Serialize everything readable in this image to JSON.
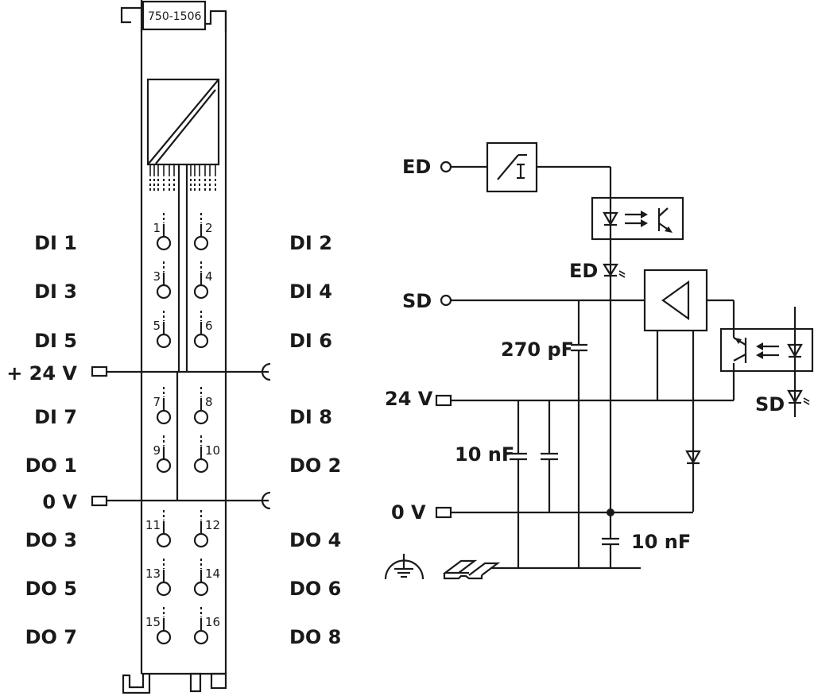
{
  "module": {
    "model_label": "750-1506"
  },
  "left_labels": [
    "DI 1",
    "DI 3",
    "DI 5",
    "+ 24 V",
    "DI 7",
    "DO 1",
    "0 V",
    "DO 3",
    "DO 5",
    "DO 7"
  ],
  "right_labels": [
    "DI 2",
    "DI 4",
    "DI 6",
    "DI 8",
    "DO 2",
    "DO 4",
    "DO 6",
    "DO 8"
  ],
  "pins": {
    "left": [
      "1",
      "3",
      "5",
      "7",
      "9",
      "11",
      "13",
      "15"
    ],
    "right": [
      "2",
      "4",
      "6",
      "8",
      "10",
      "12",
      "14",
      "16"
    ]
  },
  "schematic": {
    "inputs": {
      "ed": "ED",
      "sd": "SD",
      "v24": "24 V",
      "v0": "0 V"
    },
    "led_labels": {
      "ed": "ED",
      "sd": "SD"
    },
    "components": {
      "cap_sd": "270 pF",
      "cap_24v": "10 nF",
      "cap_0v": "10 nF"
    }
  }
}
